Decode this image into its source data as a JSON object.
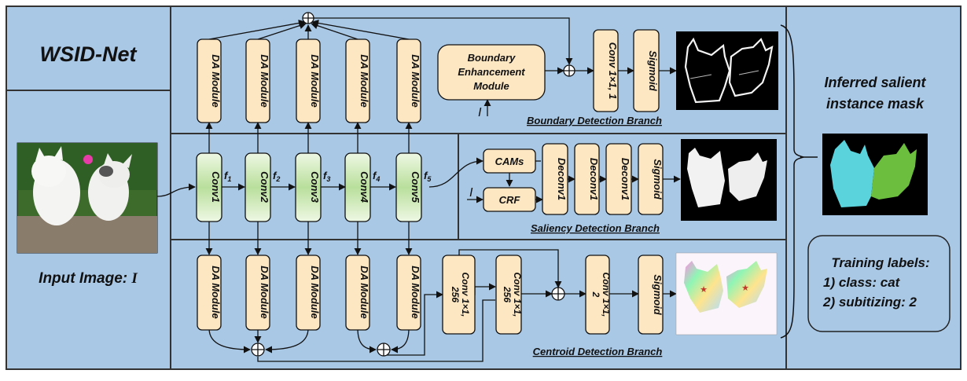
{
  "title": "WSID-Net",
  "input_label": "Input Image: ",
  "input_symbol": "I",
  "output_label": {
    "line1": "Inferred salient",
    "line2": "instance mask"
  },
  "training": {
    "title": "Training labels:",
    "line1": "1) class: cat",
    "line2": "2) subitizing: 2"
  },
  "branches": {
    "boundary": "Boundary Detection Branch",
    "saliency": "Saliency Detection Branch",
    "centroid": "Centroid Detection Branch"
  },
  "modules": {
    "da": "DA Module",
    "bem": {
      "line1": "Boundary",
      "line2": "Enhancement",
      "line3": "Module"
    },
    "conv_1x1_1": "Conv 1×1, 1",
    "sigmoid": "Sigmoid",
    "cams": "CAMs",
    "crf": "CRF",
    "deconv": "Deconv1",
    "conv256": {
      "line1": "Conv 1×1,",
      "line2": "256"
    },
    "conv2": {
      "line1": "Conv 1×1,",
      "line2": "2"
    }
  },
  "backbone": [
    "Conv1",
    "Conv2",
    "Conv3",
    "Conv4",
    "Conv5"
  ],
  "features": [
    {
      "base": "f",
      "sub": "1"
    },
    {
      "base": "f",
      "sub": "2"
    },
    {
      "base": "f",
      "sub": "3"
    },
    {
      "base": "f",
      "sub": "4"
    },
    {
      "base": "f",
      "sub": "5"
    }
  ],
  "input_symbol_small": "I",
  "colors": {
    "panel": "#a9c8e6",
    "module_fill": "#fde6c2",
    "conv_fill": "#cfe9b6",
    "mask_cat1": "#5ad3dd",
    "mask_cat2": "#6cbf3e"
  }
}
